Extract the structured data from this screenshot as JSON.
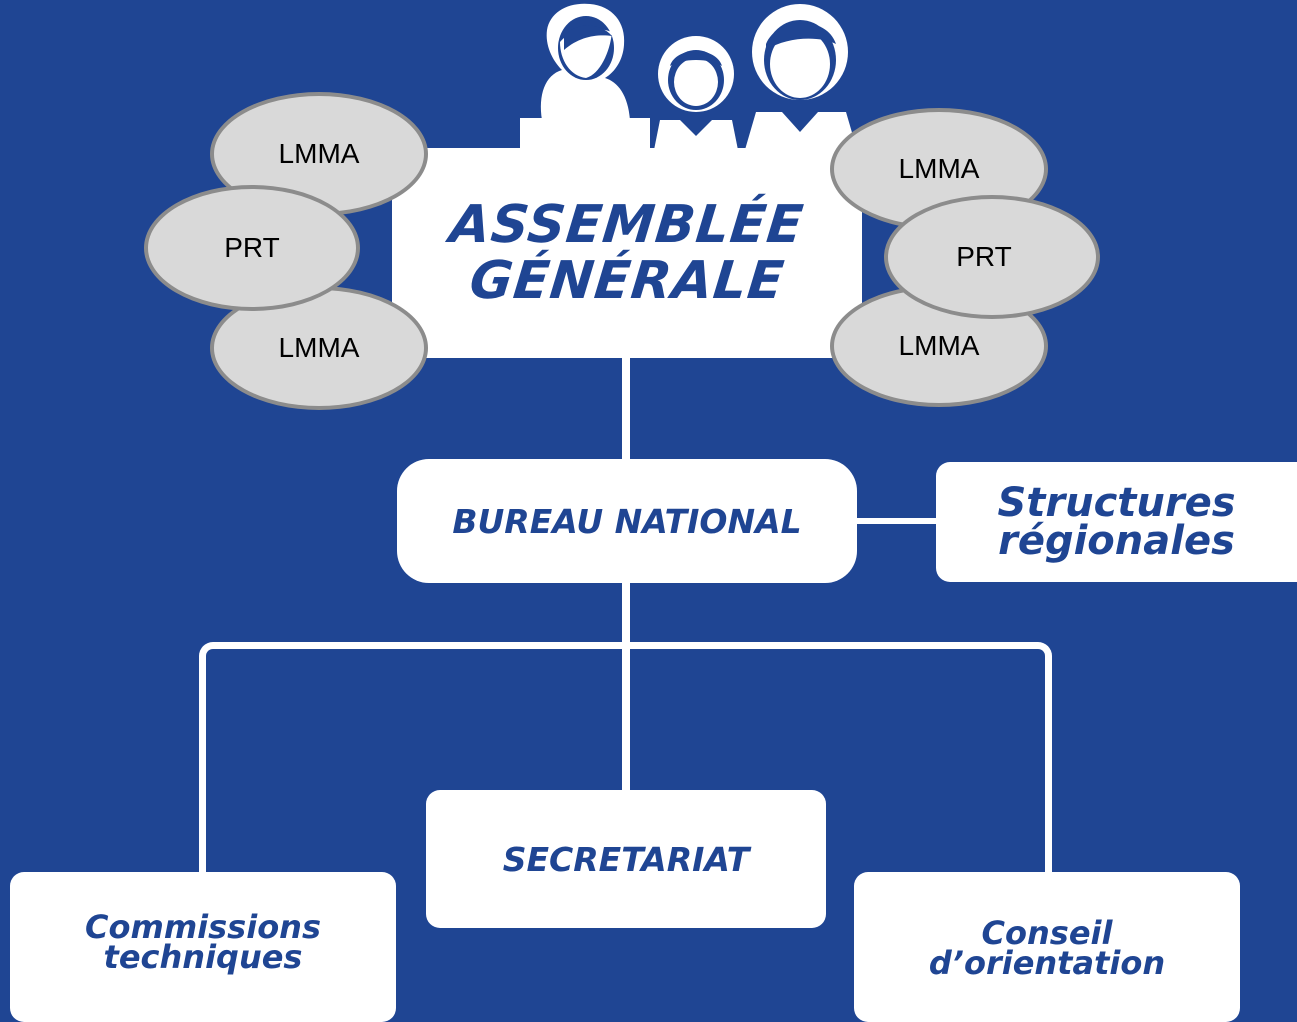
{
  "assembly": {
    "line1": "ASSEMBLÉE",
    "line2": "GÉNÉRALE"
  },
  "bureau": {
    "label": "BUREAU NATIONAL"
  },
  "regional": {
    "line1": "Structures",
    "line2": "régionales"
  },
  "secretariat": {
    "label": "SECRETARIAT"
  },
  "commissions": {
    "line1": "Commissions",
    "line2": "techniques"
  },
  "conseil": {
    "line1": "Conseil",
    "line2": "d’orientation"
  },
  "members": {
    "left": [
      "LMMA",
      "PRT",
      "LMMA"
    ],
    "right": [
      "LMMA",
      "PRT",
      "LMMA"
    ]
  },
  "colors": {
    "background": "#1f4593",
    "box": "#ffffff",
    "text": "#1f4593",
    "ellipse_fill": "#d9d9d9",
    "ellipse_border": "#8c8c8c"
  },
  "icons": [
    "woman-icon",
    "child-icon",
    "man-icon"
  ]
}
